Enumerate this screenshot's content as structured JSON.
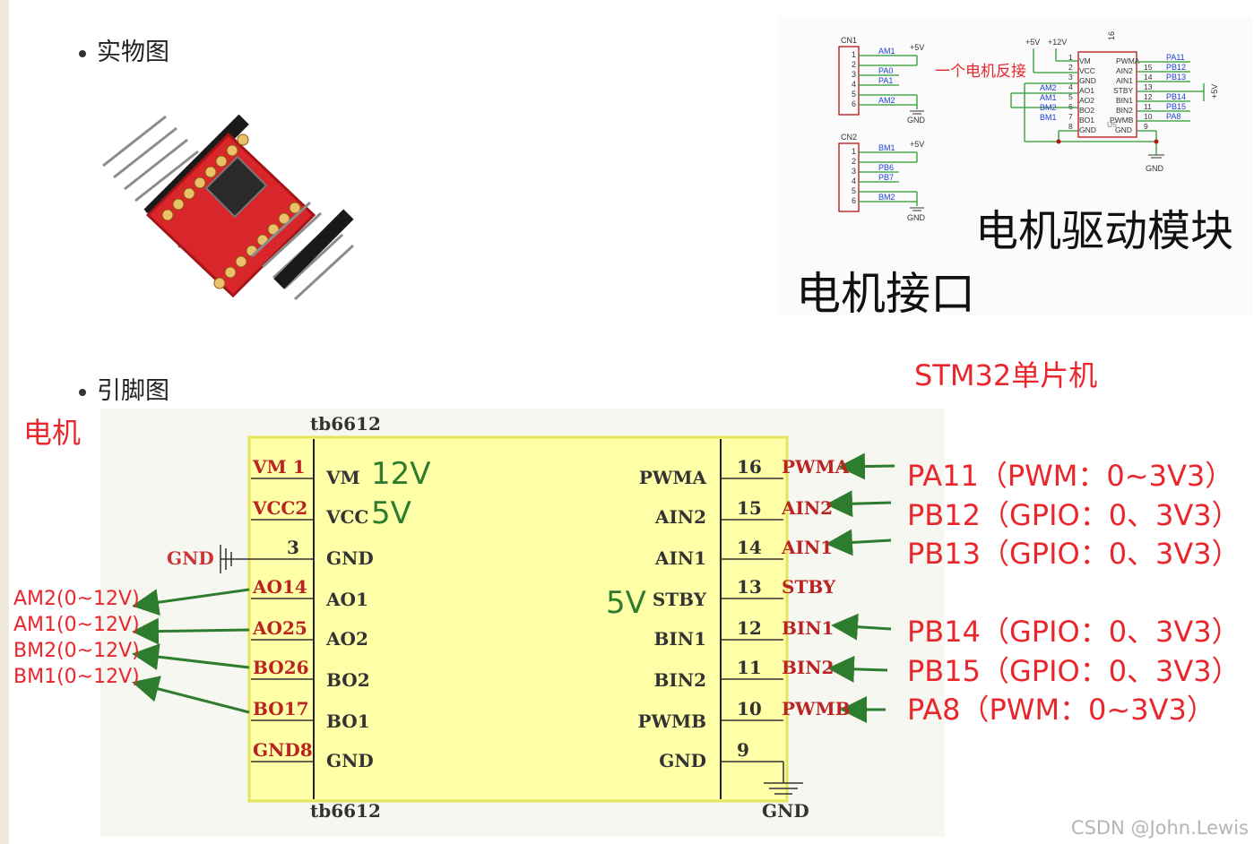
{
  "sections": {
    "physical": "实物图",
    "pinout": "引脚图"
  },
  "labels": {
    "motor_interface": "电机接口",
    "motor_driver_module": "电机驱动模块",
    "stm32": "STM32单片机",
    "motor": "电机",
    "reverse_note": "一个电机反接",
    "watermark": "CSDN @John.Lewis",
    "chip_top": "tb6612",
    "chip_bottom": "tb6612",
    "gnd_symbol": "GND",
    "gnd_bottom": "GND"
  },
  "supply_notes": {
    "vm": "12V",
    "vcc": "5V",
    "stby": "5V"
  },
  "left_pins": [
    {
      "outer": "VM 1",
      "inner": "VM"
    },
    {
      "outer": "VCC2",
      "inner": "VCC"
    },
    {
      "outer": "3",
      "inner": "GND"
    },
    {
      "outer": "AO14",
      "inner": "AO1"
    },
    {
      "outer": "AO25",
      "inner": "AO2"
    },
    {
      "outer": "BO26",
      "inner": "BO2"
    },
    {
      "outer": "BO17",
      "inner": "BO1"
    },
    {
      "outer": "GND8",
      "inner": "GND"
    }
  ],
  "right_pins": [
    {
      "num": "16",
      "outer": "PWMA",
      "inner": "PWMA"
    },
    {
      "num": "15",
      "outer": "AIN2",
      "inner": "AIN2"
    },
    {
      "num": "14",
      "outer": "AIN1",
      "inner": "AIN1"
    },
    {
      "num": "13",
      "outer": "STBY",
      "inner": "STBY"
    },
    {
      "num": "12",
      "outer": "BIN1",
      "inner": "BIN1"
    },
    {
      "num": "11",
      "outer": "BIN2",
      "inner": "BIN2"
    },
    {
      "num": "10",
      "outer": "PWMB",
      "inner": "PWMB"
    },
    {
      "num": "9",
      "outer": "",
      "inner": "GND"
    }
  ],
  "stm32_pins": [
    "PA11（PWM：0~3V3）",
    "PB12（GPIO：0、3V3）",
    "PB13（GPIO：0、3V3）",
    "PB14（GPIO：0、3V3）",
    "PB15（GPIO：0、3V3）",
    "PA8（PWM：0~3V3）"
  ],
  "motor_pins": [
    "AM2(0~12V)",
    "AM1(0~12V)",
    "BM2(0~12V)",
    "BM1(0~12V)"
  ],
  "schematic": {
    "cn1": {
      "name": "CN1",
      "nets": [
        "AM1",
        "PA0",
        "PA1",
        "AM2"
      ],
      "pins": [
        "1",
        "2",
        "3",
        "4",
        "5",
        "6"
      ],
      "vcc": "+5V",
      "gnd": "GND"
    },
    "cn2": {
      "name": "CN2",
      "nets": [
        "BM1",
        "PB6",
        "PB7",
        "BM2"
      ],
      "pins": [
        "1",
        "2",
        "3",
        "4",
        "5",
        "6"
      ],
      "vcc": "+5V",
      "gnd": "GND"
    },
    "u": {
      "top_rails": [
        "+5V",
        "+12V"
      ],
      "ref": "16",
      "left_pins": [
        "VM",
        "VCC",
        "GND",
        "AO1",
        "AO2",
        "BO2",
        "BO1",
        "GND"
      ],
      "left_nums": [
        "1",
        "2",
        "3",
        "4",
        "5",
        "6",
        "7",
        "8"
      ],
      "right_pins": [
        "PWMA",
        "AIN2",
        "AIN1",
        "STBY",
        "BIN1",
        "BIN2",
        "PWMB",
        "GND"
      ],
      "right_nums": [
        "15",
        "14",
        "13",
        "12",
        "11",
        "10",
        "9"
      ],
      "left_nets": [
        "AM2",
        "AM1",
        "BM2",
        "BM1"
      ],
      "right_nets": [
        "PA11",
        "PB12",
        "PB13",
        "PB14",
        "PB15",
        "PA8"
      ],
      "side_rail": "+5V",
      "gnd": "GND",
      "part": "U5"
    }
  }
}
